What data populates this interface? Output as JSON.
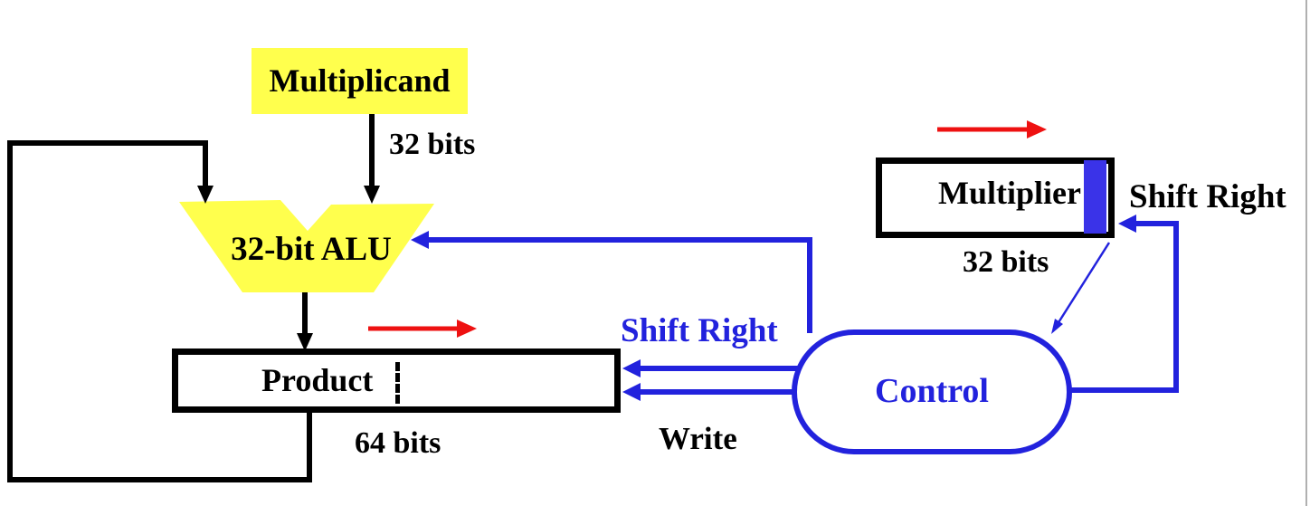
{
  "diagram": {
    "colors": {
      "yellow": "#ffff4d",
      "blue": "#2222dd",
      "blue-cell": "#3a33e8",
      "red": "#ee1111",
      "black": "#000000",
      "edge-gray": "#b0b0b0",
      "background": "#ffffff"
    },
    "nodes": {
      "multiplicand": {
        "label": "Multiplicand",
        "width_note": "32 bits"
      },
      "alu": {
        "label": "32-bit ALU"
      },
      "product": {
        "label": "Product",
        "width_note": "64 bits"
      },
      "multiplier": {
        "label": "Multiplier",
        "width_note": "32 bits"
      },
      "control": {
        "label": "Control"
      }
    },
    "signals": {
      "shift_right_product": "Shift Right",
      "write_product": "Write",
      "shift_right_multiplier": "Shift Right"
    }
  }
}
